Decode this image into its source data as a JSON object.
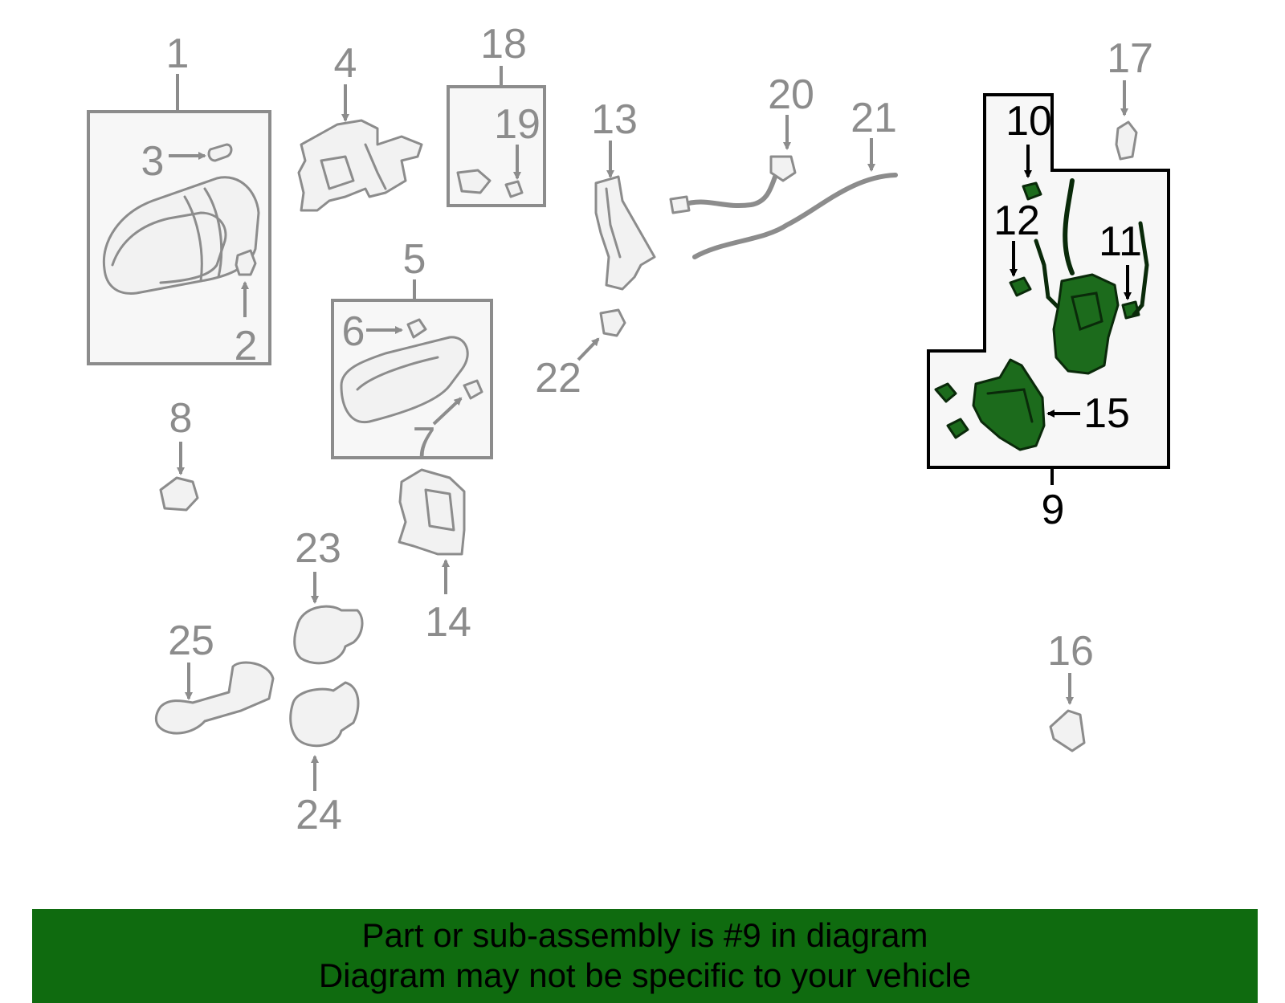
{
  "diagram": {
    "callouts": [
      "1",
      "2",
      "3",
      "4",
      "5",
      "6",
      "7",
      "8",
      "9",
      "10",
      "11",
      "12",
      "13",
      "14",
      "15",
      "16",
      "17",
      "18",
      "19",
      "20",
      "21",
      "22",
      "23",
      "24",
      "25"
    ],
    "highlighted_callouts": [
      "9",
      "10",
      "11",
      "12",
      "15"
    ],
    "colors": {
      "part_outline": "#8c8c8c",
      "highlight_fill": "#1c6b1c",
      "banner_bg": "#0f6b0f",
      "box_fill": "#f7f7f7"
    }
  },
  "banner": {
    "line1": "Part or sub-assembly is #9 in diagram",
    "line2": "Diagram may not be specific to your vehicle"
  }
}
